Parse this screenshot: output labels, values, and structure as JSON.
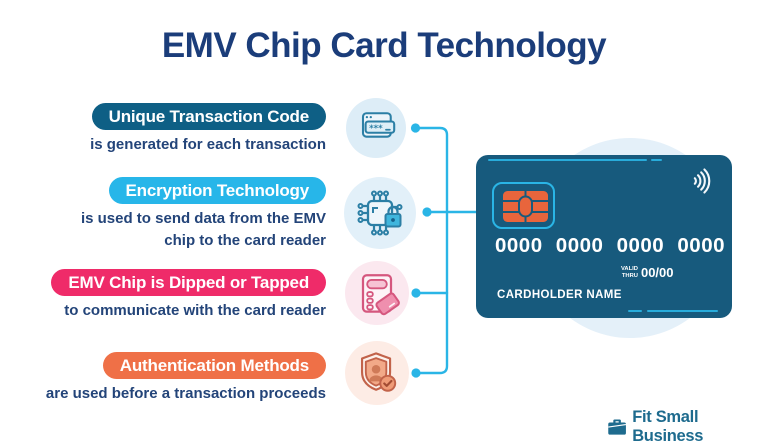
{
  "title": "EMV Chip Card Technology",
  "rows": [
    {
      "label": "Unique Transaction Code",
      "lines": [
        "is generated for each transaction"
      ],
      "pill_color": "#0e5f85",
      "icon": "password-window-icon",
      "icon_bg": "#ddedf7"
    },
    {
      "label": "Encryption Technology",
      "lines": [
        "is used to send data from the EMV",
        "chip to the card reader"
      ],
      "pill_color": "#27b6e9",
      "icon": "chip-lock-icon",
      "icon_bg": "#e2f0f9"
    },
    {
      "label": "EMV Chip is Dipped or Tapped",
      "lines": [
        "to communicate with the card reader"
      ],
      "pill_color": "#ef2b69",
      "icon": "card-reader-icon",
      "icon_bg": "#fbe8ef"
    },
    {
      "label": "Authentication Methods",
      "lines": [
        "are used before a transaction proceeds"
      ],
      "pill_color": "#ef7047",
      "icon": "shield-user-check-icon",
      "icon_bg": "#fdece5"
    }
  ],
  "card": {
    "number": "0000 0000 0000 0000",
    "valid_label_line1": "VALID",
    "valid_label_line2": "THRU",
    "valid_value": "00/00",
    "cardholder": "CARDHOLDER NAME",
    "body_color": "#175a7d",
    "chip_color": "#e8653c",
    "accent_color": "#2ab5e6"
  },
  "logo": {
    "text": "Fit Small Business",
    "color": "#1e6b8e"
  },
  "colors": {
    "title_text": "#1b3d7a",
    "description_text": "#234479",
    "connector": "#2ab5e6",
    "background": "#ffffff",
    "card_backdrop_circle": "#e4f0f9"
  }
}
